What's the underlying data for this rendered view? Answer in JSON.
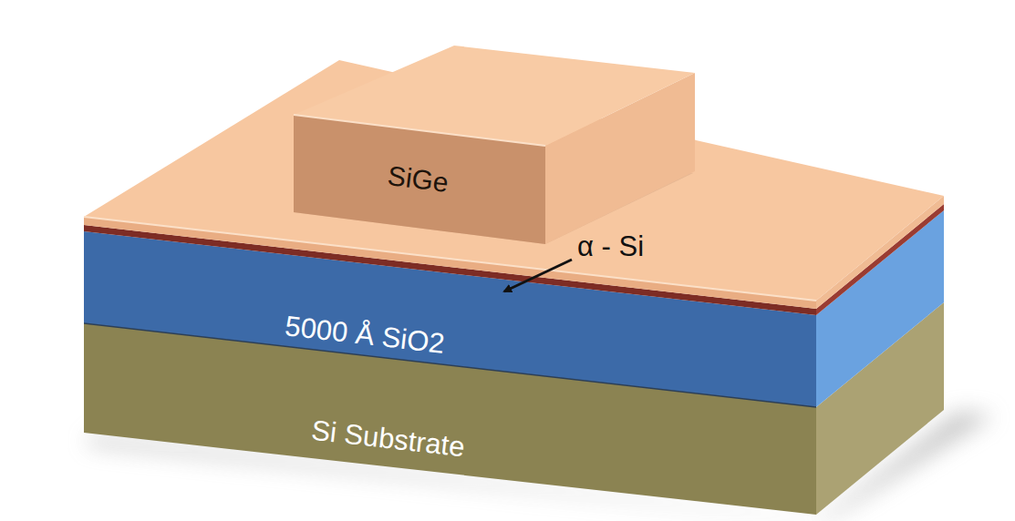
{
  "diagram": {
    "nodes": [
      {
        "text": [
          "SiGe"
        ]
      },
      {
        "text": [
          "5000 Å SiO2"
        ]
      },
      {
        "text": [
          "Si Substrate"
        ]
      }
    ],
    "labels": [
      "α - Si"
    ]
  }
}
